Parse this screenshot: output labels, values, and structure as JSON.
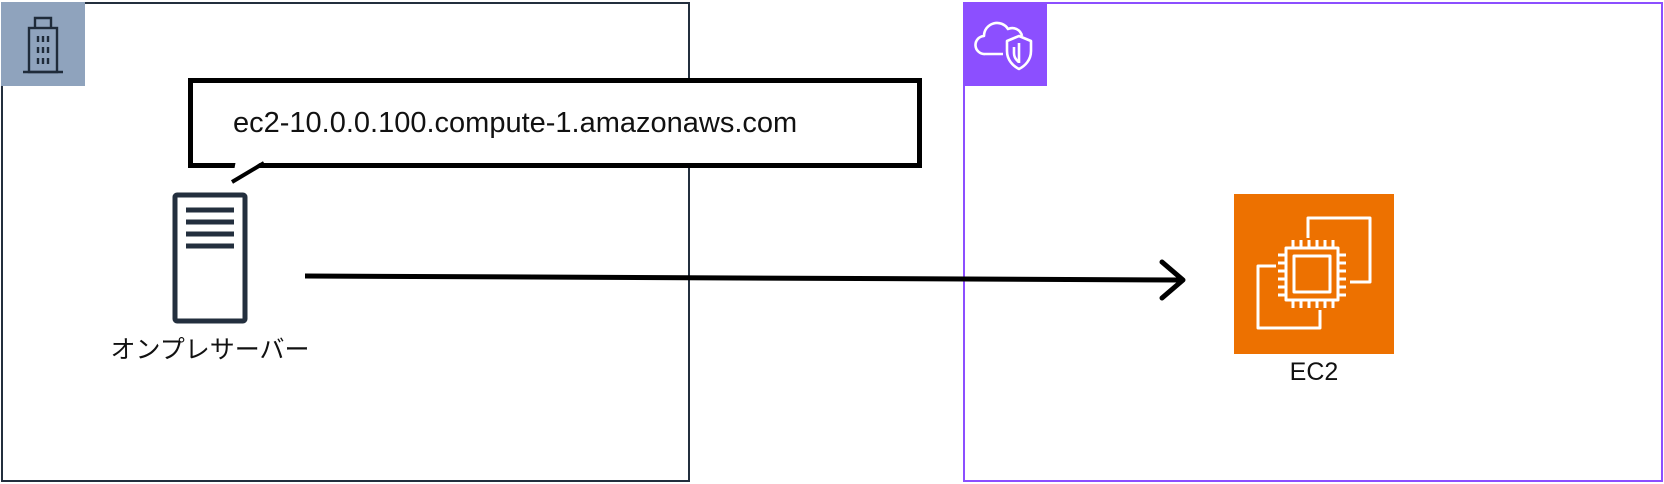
{
  "groups": {
    "onprem": {
      "icon": "corporate-data-center-icon",
      "border_color": "#232f3e",
      "badge_color": "#8fa3bd"
    },
    "vpc": {
      "icon": "cloud-shield-icon",
      "border_color": "#8c4fff",
      "badge_color": "#8c4fff"
    }
  },
  "callout": {
    "text": "ec2-10.0.0.100.compute-1.amazonaws.com"
  },
  "onprem_server": {
    "icon": "server-icon",
    "label": "オンプレサーバー"
  },
  "ec2": {
    "icon": "ec2-instances-icon",
    "label": "EC2",
    "color": "#ed7100"
  },
  "connection": {
    "from": "onprem_server",
    "to": "ec2",
    "style": "arrow"
  }
}
